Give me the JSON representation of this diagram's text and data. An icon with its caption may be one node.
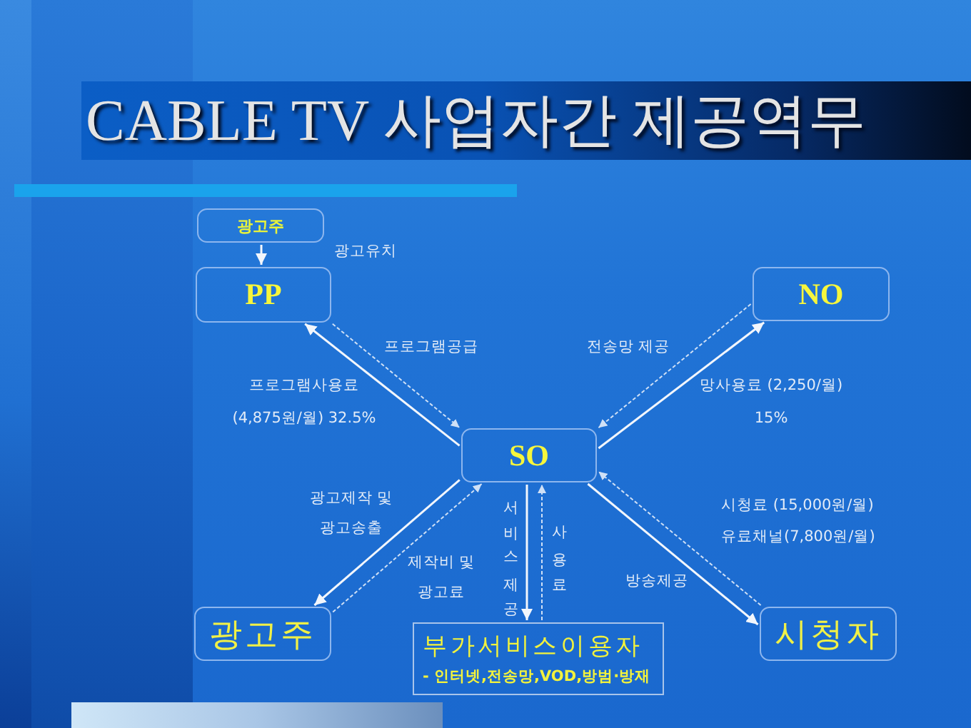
{
  "diagram": {
    "title": "CABLE TV 사업자간 제공역무",
    "nodes": [
      {
        "text": [
          "광고주"
        ]
      },
      {
        "text": [
          "PP"
        ]
      },
      {
        "text": [
          "NO"
        ]
      },
      {
        "text": [
          "SO"
        ]
      },
      {
        "text": [
          "광고주"
        ]
      },
      {
        "text": [
          "부가서비스이용자",
          "- 인터넷,전송망,VOD,방범·방재"
        ]
      },
      {
        "text": [
          "시청자"
        ]
      }
    ],
    "edges": [
      {
        "from": 0,
        "to": 1,
        "arrow": "to",
        "label": "광고유치"
      },
      {
        "from": 1,
        "to": 3,
        "arrow": "to",
        "label": "프로그램공급",
        "style": "dashed"
      },
      {
        "from": 3,
        "to": 1,
        "arrow": "to",
        "label": "프로그램사용료 (4,875원/월) 32.5%"
      },
      {
        "from": 2,
        "to": 3,
        "arrow": "to",
        "label": "전송망 제공",
        "style": "dashed"
      },
      {
        "from": 3,
        "to": 2,
        "arrow": "to",
        "label": "망사용료 (2,250/월) 15%"
      },
      {
        "from": 3,
        "to": 4,
        "arrow": "to",
        "label": "광고제작 및 광고송출"
      },
      {
        "from": 4,
        "to": 3,
        "arrow": "to",
        "label": "제작비 및 광고료",
        "style": "dashed"
      },
      {
        "from": 3,
        "to": 5,
        "arrow": "to",
        "label": "서비스제공"
      },
      {
        "from": 5,
        "to": 3,
        "arrow": "to",
        "label": "사용료",
        "style": "dashed"
      },
      {
        "from": 3,
        "to": 6,
        "arrow": "to",
        "label": "방송제공"
      },
      {
        "from": 6,
        "to": 3,
        "arrow": "to",
        "label": "시청료 (15,000원/월) 유료채널(7,800원/월)",
        "style": "dashed"
      }
    ]
  }
}
